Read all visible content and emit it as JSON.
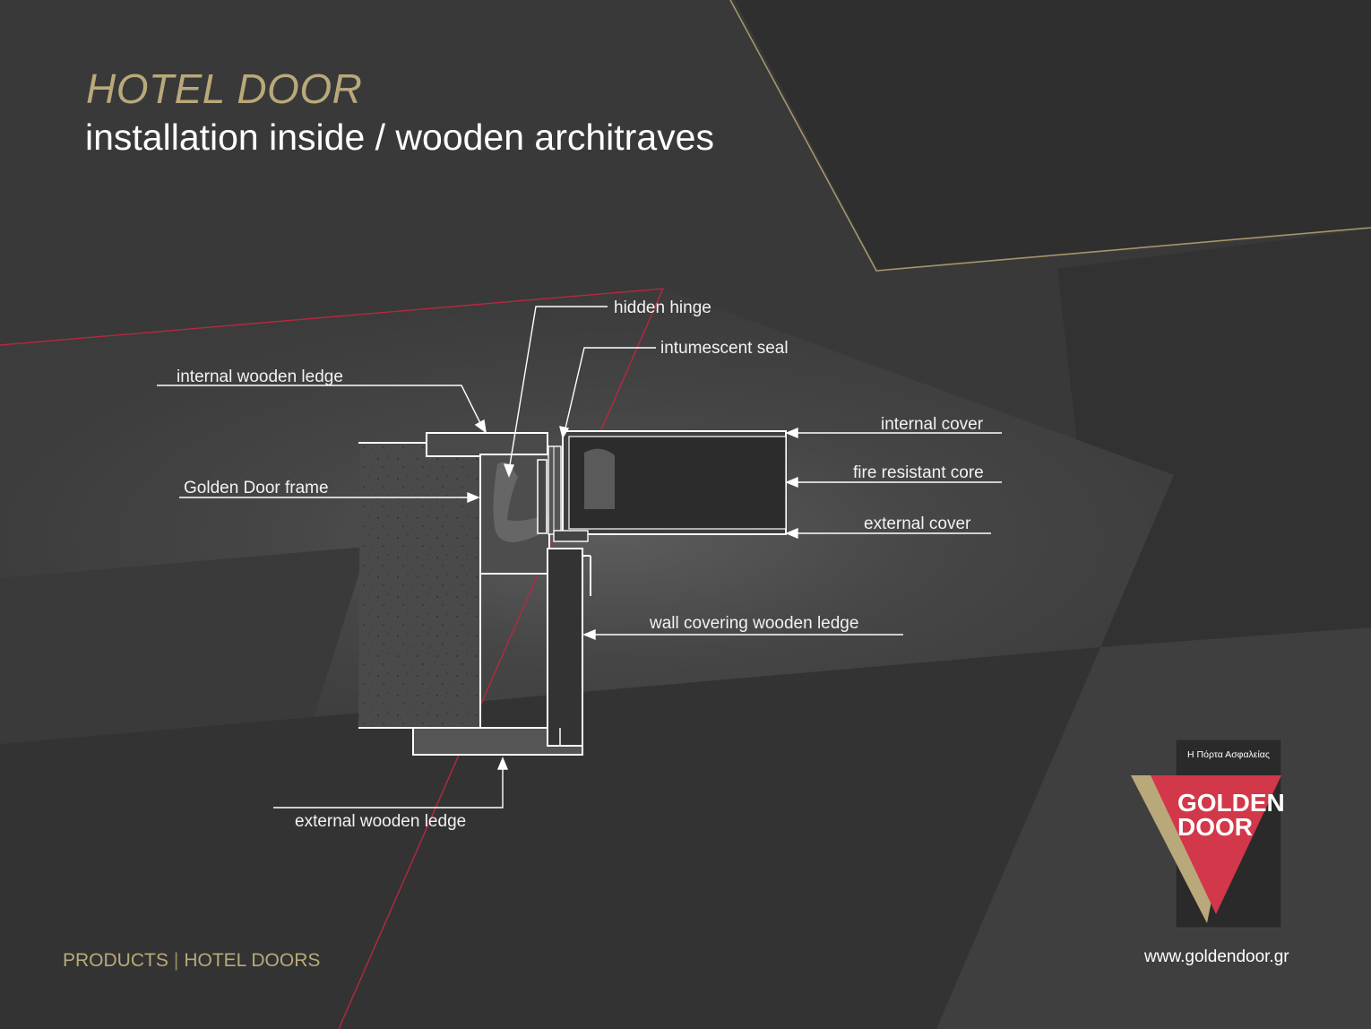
{
  "header": {
    "title": "HOTEL DOOR",
    "subtitle": "installation inside / wooden architraves"
  },
  "diagram": {
    "labels": {
      "hidden_hinge": "hidden hinge",
      "intumescent_seal": "intumescent seal",
      "internal_wooden_ledge": "internal wooden ledge",
      "internal_cover": "internal cover",
      "golden_door_frame": "Golden Door frame",
      "fire_resistant_core": "fire resistant core",
      "external_cover": "external cover",
      "wall_covering_wooden_ledge": "wall covering wooden ledge",
      "external_wooden_ledge": "external wooden ledge"
    }
  },
  "footer": {
    "section": "PRODUCTS",
    "separator": "|",
    "page": "HOTEL DOORS",
    "website": "www.goldendoor.gr"
  },
  "logo": {
    "tagline": "Η Πόρτα Ασφαλείας",
    "line1": "GOLDEN",
    "line2": "DOOR"
  },
  "colors": {
    "background": "#353535",
    "gold": "#b9a97a",
    "accent_red": "#d3374a",
    "text": "#ffffff"
  }
}
